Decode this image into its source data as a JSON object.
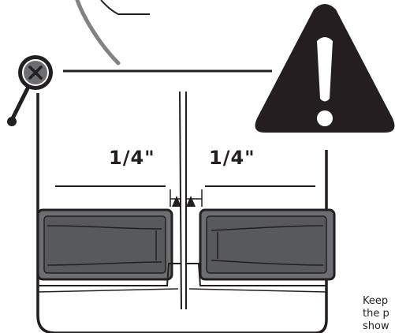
{
  "labels": {
    "left_gap": "1/4\"",
    "right_gap": "1/4\""
  },
  "caption_lines": [
    "Keep",
    "the p",
    "show"
  ],
  "icons": {
    "warning": "warning-triangle-icon",
    "fastener": "screw-icon"
  },
  "colors": {
    "ink": "#231f20",
    "panel_fill": "#6d6e71",
    "panel_inner": "#58595b",
    "gauge_arc": "#808285"
  }
}
